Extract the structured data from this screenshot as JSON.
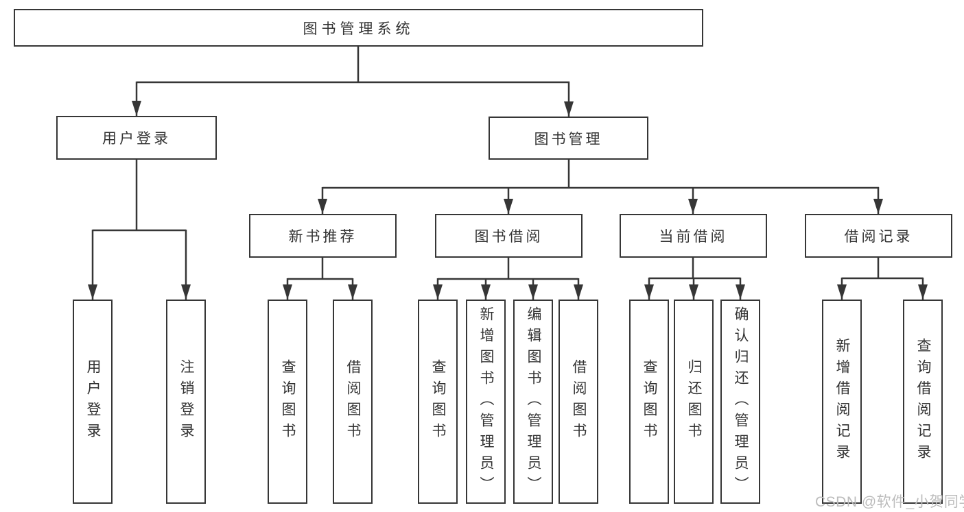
{
  "diagram": {
    "root": {
      "label": "图书管理系统"
    },
    "branches": [
      {
        "label": "用户登录",
        "children": [
          "用户登录",
          "注销登录"
        ]
      },
      {
        "label": "图书管理",
        "children": [
          {
            "label": "新书推荐",
            "children": [
              "查询图书",
              "借阅图书"
            ]
          },
          {
            "label": "图书借阅",
            "children": [
              "查询图书",
              "新增图书（管理员）",
              "编辑图书（管理员）",
              "借阅图书"
            ]
          },
          {
            "label": "当前借阅",
            "children": [
              "查询图书",
              "归还图书",
              "确认归还（管理员）"
            ]
          },
          {
            "label": "借阅记录",
            "children": [
              "新增借阅记录",
              "查询借阅记录"
            ]
          }
        ]
      }
    ]
  },
  "watermark": {
    "text": "CSDN @软件_小贺同学",
    "color": "#bcbcbc"
  },
  "colors": {
    "line": "#363636",
    "box_border": "#363636",
    "text": "#333333",
    "background": "#ffffff"
  }
}
